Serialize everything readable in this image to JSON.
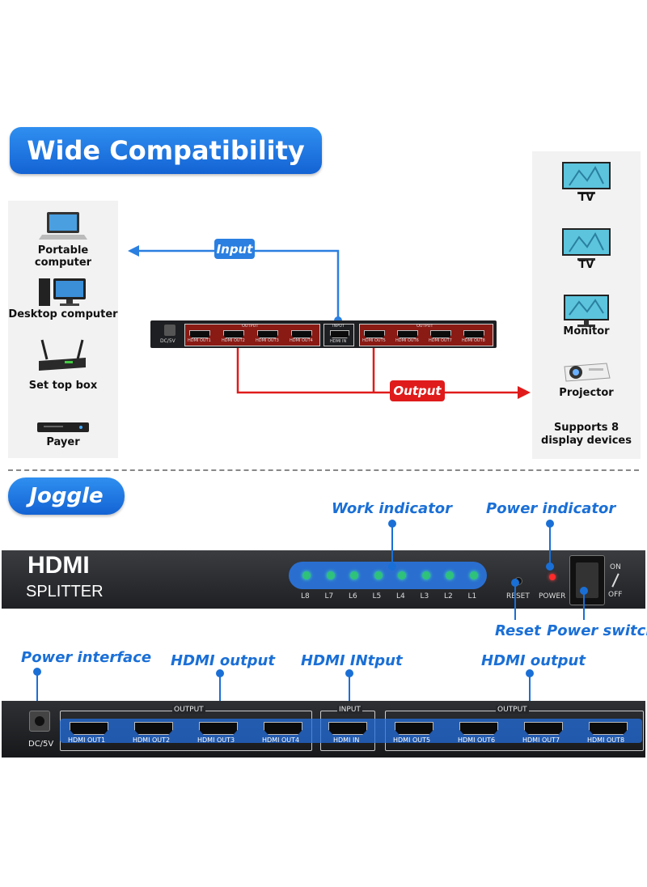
{
  "headings": {
    "wide": "Wide Compatibility",
    "joggle": "Joggle"
  },
  "sources": [
    {
      "label": "Portable computer",
      "icon": "laptop-icon"
    },
    {
      "label": "Desktop computer",
      "icon": "desktop-icon"
    },
    {
      "label": "Set top box",
      "icon": "settop-box-icon"
    },
    {
      "label": "Payer",
      "icon": "dvd-player-icon"
    }
  ],
  "displays": [
    {
      "label": "TV",
      "icon": "tv-icon"
    },
    {
      "label": "TV",
      "icon": "tv-icon"
    },
    {
      "label": "Monitor",
      "icon": "monitor-icon"
    },
    {
      "label": "Projector",
      "icon": "projector-icon"
    }
  ],
  "displays_note": "Supports 8 display devices",
  "flow": {
    "input": "Input",
    "output": "Output"
  },
  "small_splitter": {
    "dc": "DC/5V",
    "output_label": "OUTPUT",
    "input_label": "INPUT",
    "ports_left": [
      "HDMI OUT1",
      "HDMI OUT2",
      "HDMI OUT3",
      "HDMI OUT4"
    ],
    "port_in": "HDMI IN",
    "ports_right": [
      "HDMI OUT5",
      "HDMI OUT6",
      "HDMI OUT7",
      "HDMI OUT8"
    ]
  },
  "front": {
    "brand": "HDMI",
    "model": "SPLITTER",
    "leds": [
      "L8",
      "L7",
      "L6",
      "L5",
      "L4",
      "L3",
      "L2",
      "L1"
    ],
    "reset": "RESET",
    "power": "POWER",
    "on": "ON",
    "off": "OFF"
  },
  "callouts": {
    "work_indicator": "Work indicator",
    "power_indicator": "Power indicator",
    "reset": "Reset",
    "power_switch": "Power switch",
    "power_interface": "Power interface",
    "hdmi_output_left": "HDMI output",
    "hdmi_input": "HDMI INtput",
    "hdmi_output_right": "HDMI output"
  },
  "rear": {
    "dc": "DC/5V",
    "output_label": "OUTPUT",
    "input_label": "INPUT",
    "ports_left": [
      "HDMI OUT1",
      "HDMI OUT2",
      "HDMI OUT3",
      "HDMI OUT4"
    ],
    "port_in": "HDMI IN",
    "ports_right": [
      "HDMI OUT5",
      "HDMI OUT6",
      "HDMI OUT7",
      "HDMI OUT8"
    ]
  },
  "colors": {
    "accent": "#1a6fd6",
    "output_red": "#e01b1b",
    "device_body": "#2a2c30",
    "led": "#2ec27a"
  }
}
